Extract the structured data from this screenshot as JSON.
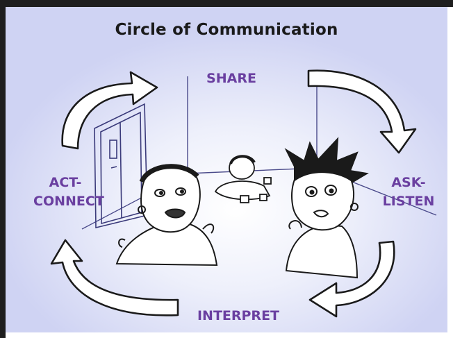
{
  "title": "Circle of Communication",
  "stages": {
    "share": "SHARE",
    "ask_line1": "ASK-",
    "ask_line2": "LISTEN",
    "interpret": "INTERPRET",
    "act_line1": "ACT-",
    "act_line2": "CONNECT"
  },
  "colors": {
    "label": "#6a3fa0",
    "background_edge": "#cfd3f3",
    "outline": "#1a1a1a"
  }
}
